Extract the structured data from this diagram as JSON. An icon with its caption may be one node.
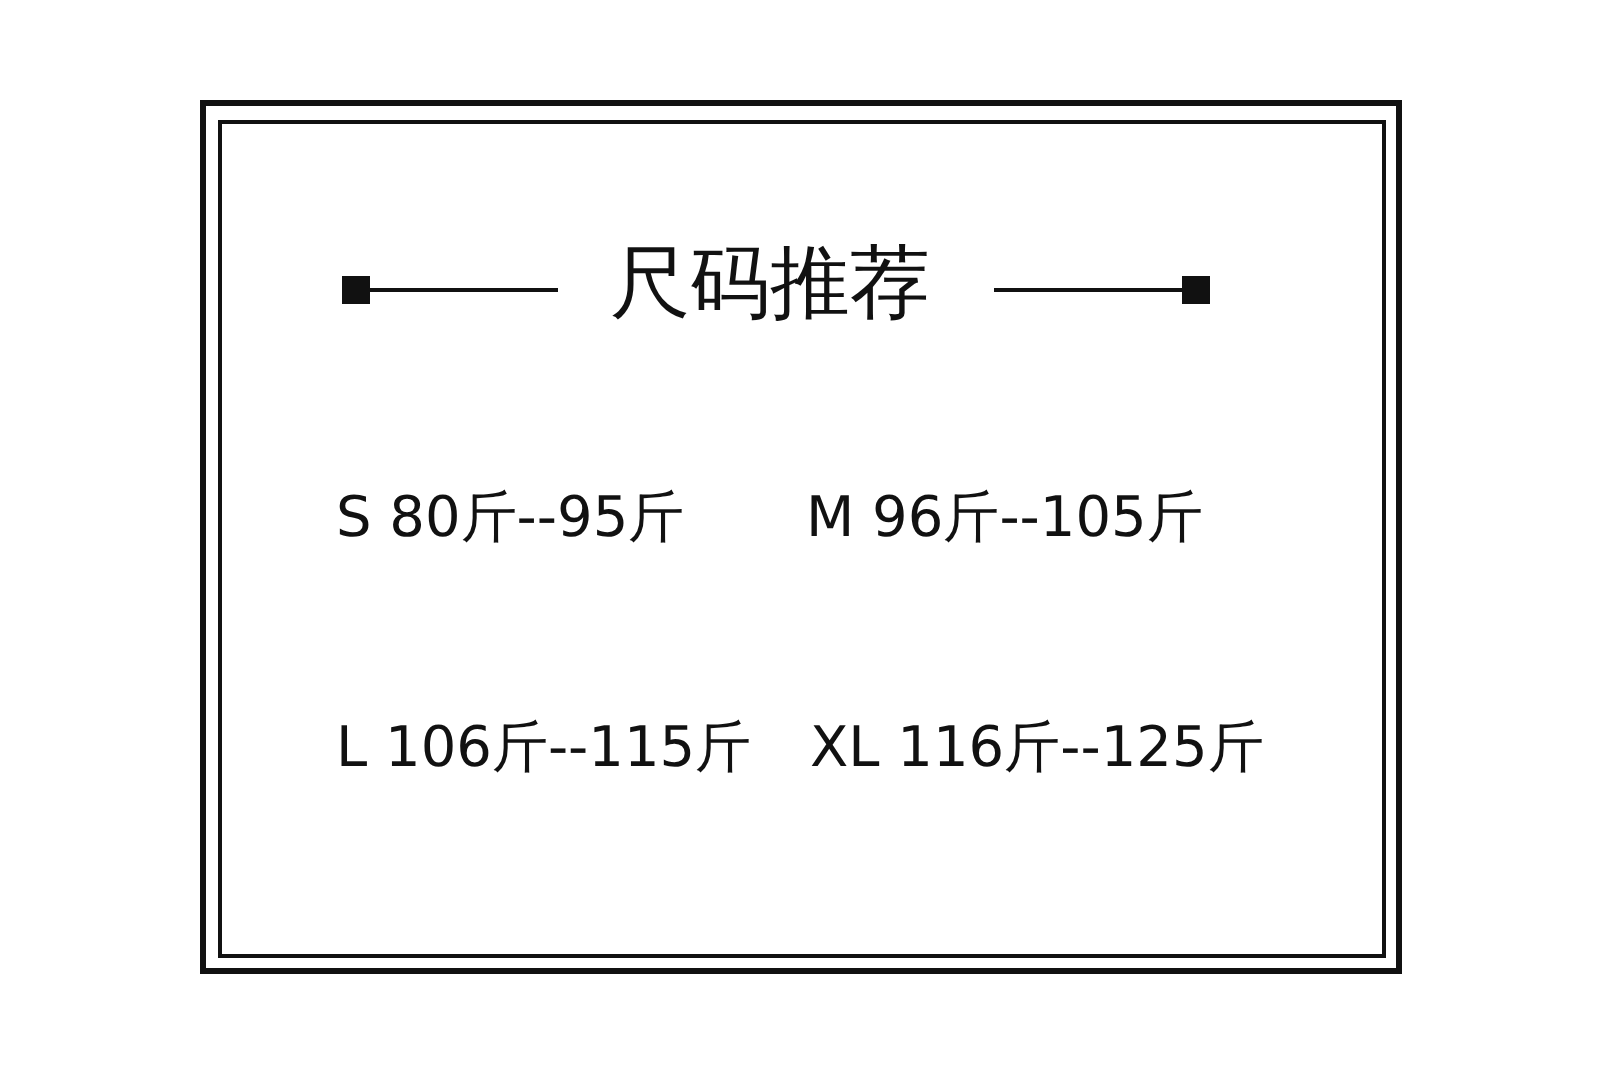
{
  "diagram": {
    "title": "尺码推荐",
    "labels": [
      "S 80斤--95斤",
      "M 96斤--105斤",
      "L 106斤--115斤",
      "XL 116斤--125斤"
    ]
  }
}
